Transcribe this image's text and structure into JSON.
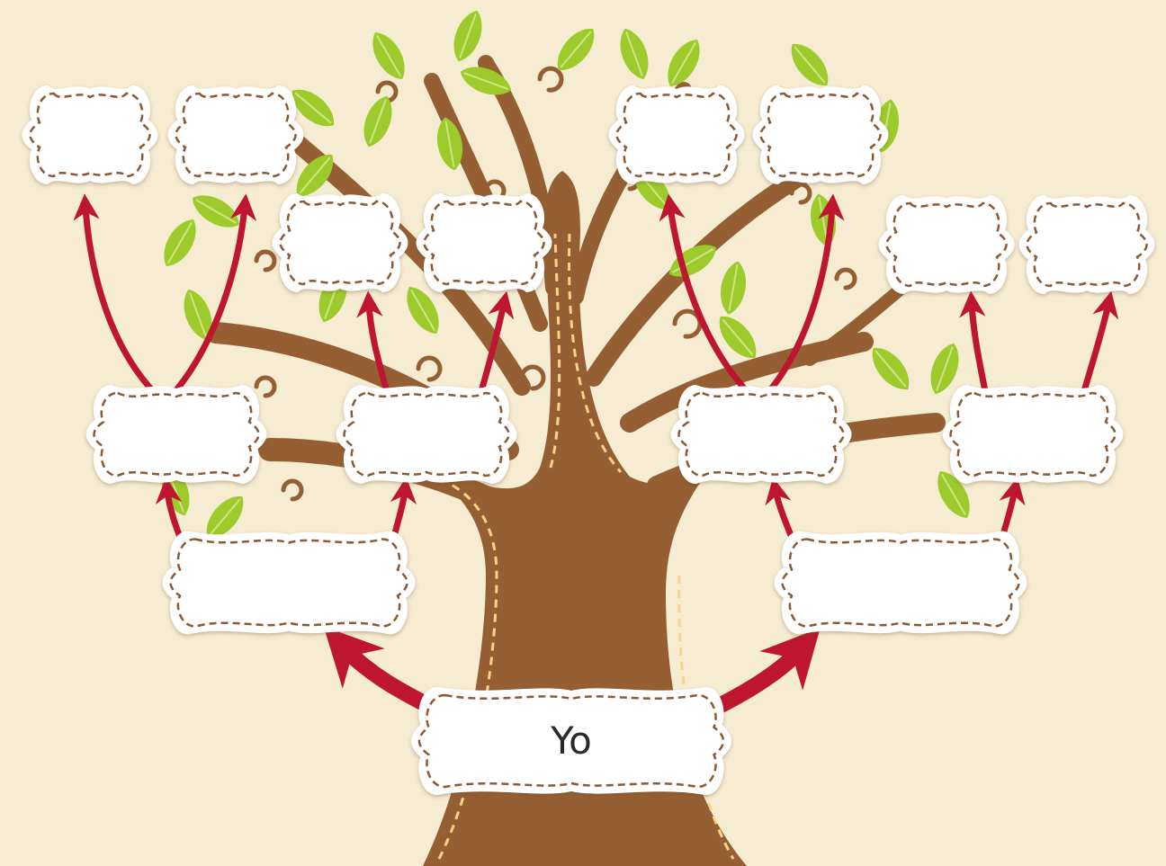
{
  "colors": {
    "background": "#f5ecd2",
    "trunk": "#955f33",
    "trunk_dash": "#f7d488",
    "leaf": "#9ccb2b",
    "leaf_light": "#cfe585",
    "arrow": "#be1630",
    "frame_fill": "#ffffff",
    "frame_dash": "#8b5a34"
  },
  "tree": {
    "self_label": "Yo",
    "generations": [
      {
        "level": "self",
        "frames": 1,
        "text": [
          "Yo"
        ]
      },
      {
        "level": "parents",
        "frames": 2,
        "text": [
          "",
          ""
        ]
      },
      {
        "level": "grandparents",
        "frames": 4,
        "text": [
          "",
          "",
          "",
          ""
        ]
      },
      {
        "level": "great-grandparents",
        "frames": 8,
        "text": [
          "",
          "",
          "",
          "",
          "",
          "",
          "",
          ""
        ]
      }
    ]
  }
}
